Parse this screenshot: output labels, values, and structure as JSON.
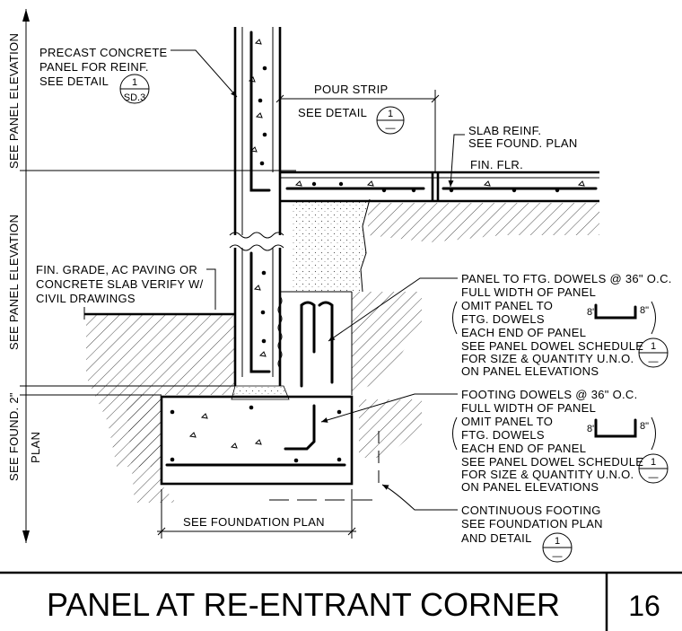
{
  "title_block": {
    "title": "PANEL AT RE-ENTRANT CORNER",
    "sheet_number": "16"
  },
  "dimension_labels": {
    "panel_elevation_upper": "SEE PANEL ELEVATION",
    "panel_elevation_lower": "SEE PANEL ELEVATION",
    "found_line1": "SEE FOUND. 2\"",
    "found_line2": "PLAN",
    "foundation_plan": "SEE FOUNDATION PLAN"
  },
  "callouts": {
    "precast": {
      "lines": [
        "PRECAST CONCRETE",
        "PANEL FOR REINF.",
        "SEE DETAIL"
      ],
      "detail_num": "1",
      "detail_sheet": "SD.3"
    },
    "pour_strip": {
      "title": "POUR STRIP",
      "see_detail": "SEE DETAIL",
      "detail_num": "1",
      "detail_sheet": "—"
    },
    "slab_reinf": {
      "lines": [
        "SLAB REINF.",
        "SEE FOUND. PLAN"
      ]
    },
    "fin_flr": "FIN. FLR.",
    "fin_grade": {
      "lines": [
        "FIN. GRADE, AC PAVING OR",
        "CONCRETE SLAB VERIFY W/",
        "CIVIL DRAWINGS"
      ]
    },
    "panel_dowels": {
      "lines": [
        "PANEL TO FTG. DOWELS @ 36\" O.C.",
        "FULL WIDTH OF PANEL"
      ],
      "omit_lines": [
        "OMIT PANEL TO",
        "FTG. DOWELS",
        "EACH END OF PANEL"
      ],
      "dim_left": "8\"",
      "dim_right": "8\"",
      "schedule_lines": [
        "SEE PANEL DOWEL SCHEDULE",
        "FOR SIZE & QUANTITY U.N.O.",
        "ON PANEL ELEVATIONS"
      ],
      "detail_num": "1",
      "detail_sheet": "—"
    },
    "footing_dowels": {
      "lines": [
        "FOOTING DOWELS @ 36\" O.C.",
        "FULL WIDTH OF PANEL"
      ],
      "omit_lines": [
        "OMIT PANEL TO",
        "FTG. DOWELS",
        "EACH END OF PANEL"
      ],
      "dim_left": "8\"",
      "dim_right": "8\"",
      "schedule_lines": [
        "SEE PANEL DOWEL SCHEDULE",
        "FOR SIZE & QUANTITY U.N.O.",
        "ON PANEL ELEVATIONS"
      ],
      "detail_num": "1",
      "detail_sheet": "—"
    },
    "continuous_footing": {
      "lines": [
        "CONTINUOUS FOOTING",
        "SEE FOUNDATION PLAN",
        "AND DETAIL"
      ],
      "detail_num": "1",
      "detail_sheet": "—"
    }
  }
}
